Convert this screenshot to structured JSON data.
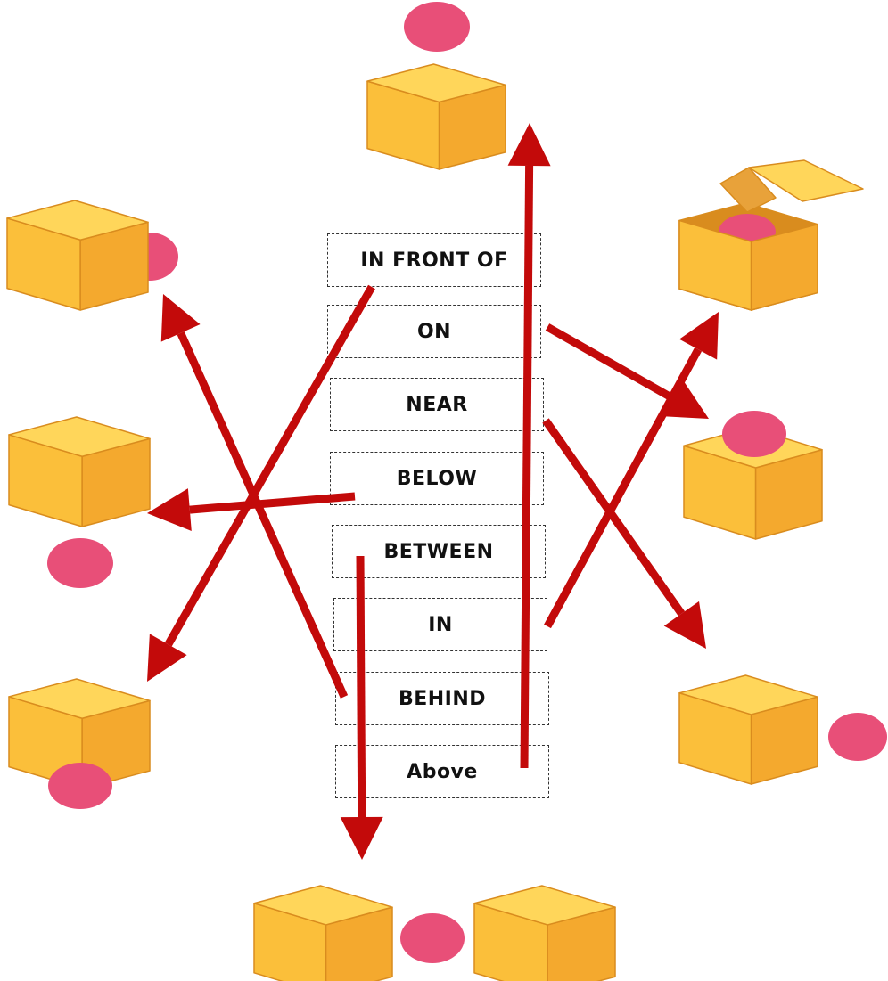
{
  "labels": [
    {
      "id": "in-front-of",
      "text": "IN FRONT OF"
    },
    {
      "id": "on",
      "text": "ON"
    },
    {
      "id": "near",
      "text": "NEAR"
    },
    {
      "id": "below",
      "text": "BELOW"
    },
    {
      "id": "between",
      "text": "BETWEEN"
    },
    {
      "id": "in",
      "text": "IN"
    },
    {
      "id": "behind",
      "text": "BEHIND"
    },
    {
      "id": "above",
      "text": "Above"
    }
  ],
  "colors": {
    "cube_top": "#FFD65A",
    "cube_left": "#FBBF3A",
    "cube_right": "#F4A92E",
    "cube_edge": "#D98C1E",
    "ball": "#E84F78",
    "arrow": "#C30A0A"
  }
}
